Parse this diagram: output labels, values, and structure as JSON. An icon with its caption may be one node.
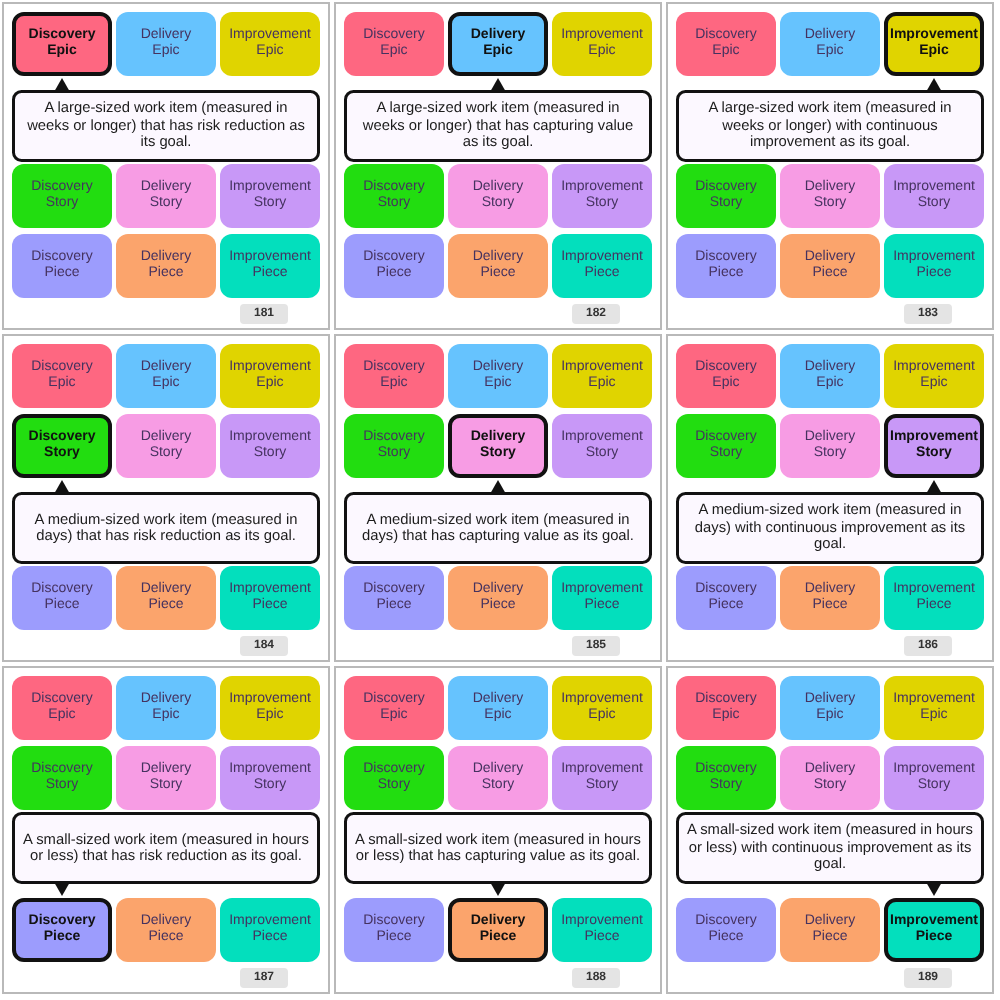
{
  "diagram": {
    "nodes": [
      {
        "text": [],
        "shape": "box"
      },
      {
        "text": [
          "Discovery Epic"
        ],
        "in": 0
      },
      {
        "text": [
          "Delivery Epic"
        ],
        "in": 0
      },
      {
        "text": [
          "Improvement Epic"
        ],
        "in": 0
      },
      {
        "text": [
          "Discovery Story"
        ],
        "in": 0
      },
      {
        "text": [
          "Delivery Story"
        ],
        "in": 0
      },
      {
        "text": [
          "Improvement Story"
        ],
        "in": 0
      },
      {
        "text": [
          "Discovery Piece"
        ],
        "in": 0
      },
      {
        "text": [
          "Delivery Piece"
        ],
        "in": 0
      },
      {
        "text": [
          "Improvement Piece"
        ],
        "in": 0
      },
      {
        "text": [
          "A large-sized work item (measured in weeks or longer) that has risk reduction as its goal."
        ],
        "in": 0
      },
      {
        "text": [
          "181"
        ],
        "in": 0
      },
      {
        "text": [],
        "shape": "box"
      },
      {
        "text": [
          "Discovery Epic"
        ],
        "in": 12
      },
      {
        "text": [
          "Delivery Epic"
        ],
        "in": 12
      },
      {
        "text": [
          "Improvement Epic"
        ],
        "in": 12
      },
      {
        "text": [
          "Discovery Story"
        ],
        "in": 12
      },
      {
        "text": [
          "Delivery Story"
        ],
        "in": 12
      },
      {
        "text": [
          "Improvement Story"
        ],
        "in": 12
      },
      {
        "text": [
          "Discovery Piece"
        ],
        "in": 12
      },
      {
        "text": [
          "Delivery Piece"
        ],
        "in": 12
      },
      {
        "text": [
          "Improvement Piece"
        ],
        "in": 12
      },
      {
        "text": [
          "A large-sized work item (measured in weeks or longer) that has capturing value as its goal."
        ],
        "in": 12
      },
      {
        "text": [
          "182"
        ],
        "in": 12
      },
      {
        "text": [],
        "shape": "box"
      },
      {
        "text": [
          "Discovery Epic"
        ],
        "in": 24
      },
      {
        "text": [
          "Delivery Epic"
        ],
        "in": 24
      },
      {
        "text": [
          "Improvement Epic"
        ],
        "in": 24
      },
      {
        "text": [
          "Discovery Story"
        ],
        "in": 24
      },
      {
        "text": [
          "Delivery Story"
        ],
        "in": 24
      },
      {
        "text": [
          "Improvement Story"
        ],
        "in": 24
      },
      {
        "text": [
          "Discovery Piece"
        ],
        "in": 24
      },
      {
        "text": [
          "Delivery Piece"
        ],
        "in": 24
      },
      {
        "text": [
          "Improvement Piece"
        ],
        "in": 24
      },
      {
        "text": [
          "A large-sized work item (measured in weeks or longer) with continuous improvement as its goal."
        ],
        "in": 24
      },
      {
        "text": [
          "183"
        ],
        "in": 24
      },
      {
        "text": [],
        "shape": "box"
      },
      {
        "text": [
          "Discovery Epic"
        ],
        "in": 36
      },
      {
        "text": [
          "Delivery Epic"
        ],
        "in": 36
      },
      {
        "text": [
          "Improvement Epic"
        ],
        "in": 36
      },
      {
        "text": [
          "Discovery Story"
        ],
        "in": 36
      },
      {
        "text": [
          "Delivery Story"
        ],
        "in": 36
      },
      {
        "text": [
          "Improvement Story"
        ],
        "in": 36
      },
      {
        "text": [
          "Discovery Piece"
        ],
        "in": 36
      },
      {
        "text": [
          "Delivery Piece"
        ],
        "in": 36
      },
      {
        "text": [
          "Improvement Piece"
        ],
        "in": 36
      },
      {
        "text": [
          "A medium-sized work item (measured in days) that has risk reduction as its goal."
        ],
        "in": 36
      },
      {
        "text": [
          "184"
        ],
        "in": 36
      },
      {
        "text": [],
        "shape": "box"
      },
      {
        "text": [
          "Discovery Epic"
        ],
        "in": 48
      },
      {
        "text": [
          "Delivery Epic"
        ],
        "in": 48
      },
      {
        "text": [
          "Improvement Epic"
        ],
        "in": 48
      },
      {
        "text": [
          "Discovery Story"
        ],
        "in": 48
      },
      {
        "text": [
          "Delivery Story"
        ],
        "in": 48
      },
      {
        "text": [
          "Improvement Story"
        ],
        "in": 48
      },
      {
        "text": [
          "Discovery Piece"
        ],
        "in": 48
      },
      {
        "text": [
          "Delivery Piece"
        ],
        "in": 48
      },
      {
        "text": [
          "Improvement Piece"
        ],
        "in": 48
      },
      {
        "text": [
          "A medium-sized work item (measured in days) that has capturing value as its goal."
        ],
        "in": 48
      },
      {
        "text": [
          "185"
        ],
        "in": 48
      },
      {
        "text": [],
        "shape": "box"
      },
      {
        "text": [
          "Discovery Epic"
        ],
        "in": 60
      },
      {
        "text": [
          "Delivery Epic"
        ],
        "in": 60
      },
      {
        "text": [
          "Improvement Epic"
        ],
        "in": 60
      },
      {
        "text": [
          "Discovery Story"
        ],
        "in": 60
      },
      {
        "text": [
          "Delivery Story"
        ],
        "in": 60
      },
      {
        "text": [
          "Improvement Story"
        ],
        "in": 60
      },
      {
        "text": [
          "Discovery Piece"
        ],
        "in": 60
      },
      {
        "text": [
          "Delivery Piece"
        ],
        "in": 60
      },
      {
        "text": [
          "Improvement Piece"
        ],
        "in": 60
      },
      {
        "text": [
          "A medium-sized work item (measured in days) with continuous improvement as its goal."
        ],
        "in": 60
      },
      {
        "text": [
          "186"
        ],
        "in": 60
      },
      {
        "text": [],
        "shape": "box"
      },
      {
        "text": [
          "Discovery Epic"
        ],
        "in": 72
      },
      {
        "text": [
          "Delivery Epic"
        ],
        "in": 72
      },
      {
        "text": [
          "Improvement Epic"
        ],
        "in": 72
      },
      {
        "text": [
          "Discovery Story"
        ],
        "in": 72
      },
      {
        "text": [
          "Delivery Story"
        ],
        "in": 72
      },
      {
        "text": [
          "Improvement Story"
        ],
        "in": 72
      },
      {
        "text": [
          "Discovery Piece"
        ],
        "in": 72
      },
      {
        "text": [
          "Delivery Piece"
        ],
        "in": 72
      },
      {
        "text": [
          "Improvement Piece"
        ],
        "in": 72
      },
      {
        "text": [
          "A small-sized work item (measured in hours or less) that has risk reduction as its goal."
        ],
        "in": 72
      },
      {
        "text": [
          "187"
        ],
        "in": 72
      },
      {
        "text": [],
        "shape": "box"
      },
      {
        "text": [
          "Discovery Epic"
        ],
        "in": 84
      },
      {
        "text": [
          "Delivery Epic"
        ],
        "in": 84
      },
      {
        "text": [
          "Improvement Epic"
        ],
        "in": 84
      },
      {
        "text": [
          "Discovery Story"
        ],
        "in": 84
      },
      {
        "text": [
          "Delivery Story"
        ],
        "in": 84
      },
      {
        "text": [
          "Improvement Story"
        ],
        "in": 84
      },
      {
        "text": [
          "Discovery Piece"
        ],
        "in": 84
      },
      {
        "text": [
          "Delivery Piece"
        ],
        "in": 84
      },
      {
        "text": [
          "Improvement Piece"
        ],
        "in": 84
      },
      {
        "text": [
          "A small-sized work item (measured in hours or less) that has capturing value as its goal."
        ],
        "in": 84
      },
      {
        "text": [
          "188"
        ],
        "in": 84
      },
      {
        "text": [],
        "shape": "box"
      },
      {
        "text": [
          "Discovery Epic"
        ],
        "in": 96
      },
      {
        "text": [
          "Delivery Epic"
        ],
        "in": 96
      },
      {
        "text": [
          "Improvement Epic"
        ],
        "in": 96
      },
      {
        "text": [
          "Discovery Story"
        ],
        "in": 96
      },
      {
        "text": [
          "Delivery Story"
        ],
        "in": 96
      },
      {
        "text": [
          "Improvement Story"
        ],
        "in": 96
      },
      {
        "text": [
          "Discovery Piece"
        ],
        "in": 96
      },
      {
        "text": [
          "Delivery Piece"
        ],
        "in": 96
      },
      {
        "text": [
          "Improvement Piece"
        ],
        "in": 96
      },
      {
        "text": [
          "A small-sized work item (measured in hours or less) with continuous improvement as its goal."
        ],
        "in": 96
      },
      {
        "text": [
          "189"
        ],
        "in": 96
      }
    ]
  }
}
